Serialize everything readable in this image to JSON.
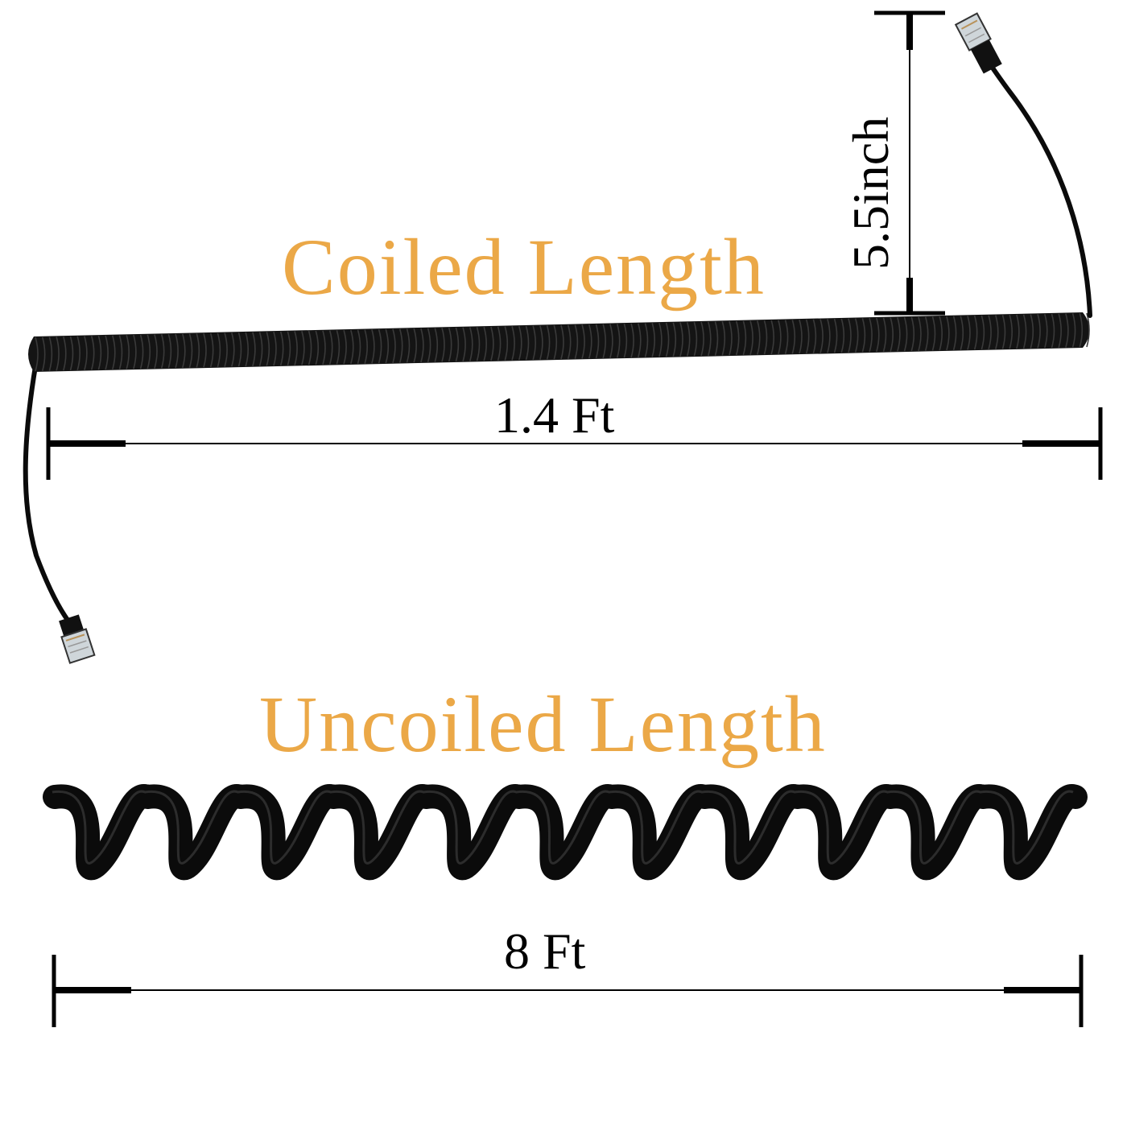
{
  "colors": {
    "title_color": "#EBA847",
    "cable_color": "#0b0b0b",
    "dimension_color": "#000000"
  },
  "coiled": {
    "title": "Coiled Length",
    "length_label": "1.4 Ft",
    "height_label": "5.5inch"
  },
  "uncoiled": {
    "title": "Uncoiled Length",
    "length_label": "8 Ft"
  }
}
